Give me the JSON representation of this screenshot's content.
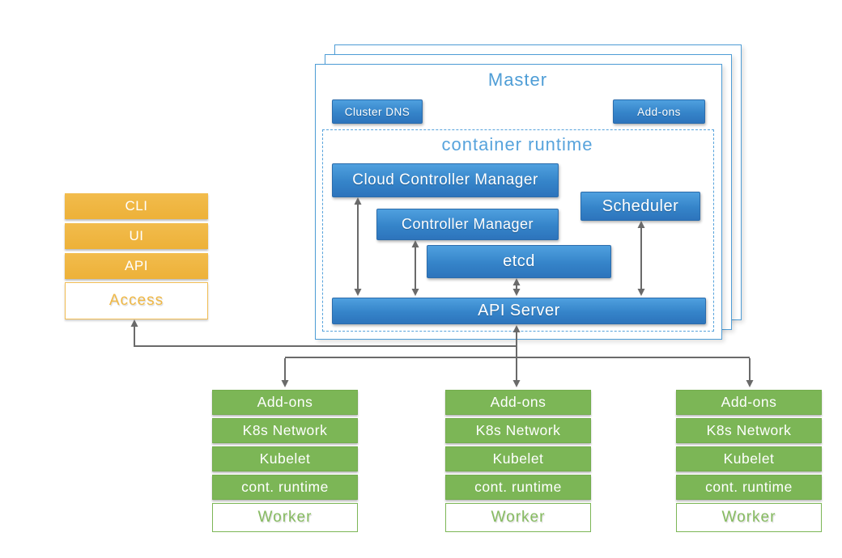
{
  "master": {
    "title": "Master",
    "cluster_dns_label": "Cluster DNS",
    "addons_label": "Add-ons",
    "runtime": {
      "title": "container runtime",
      "cloud_controller_manager": "Cloud Controller Manager",
      "controller_manager": "Controller Manager",
      "scheduler": "Scheduler",
      "etcd": "etcd",
      "api_server": "API Server"
    }
  },
  "access_stack": {
    "rows": [
      "CLI",
      "UI",
      "API"
    ],
    "label": "Access"
  },
  "worker_stack": {
    "rows": [
      "Add-ons",
      "K8s Network",
      "Kubelet",
      "cont. runtime"
    ],
    "label": "Worker"
  },
  "colors": {
    "component_blue_top": "#4FA0DF",
    "component_blue_bottom": "#2D74BC",
    "master_outline_blue": "#4E9DD6",
    "dashed_blue": "#57A3DC",
    "access_orange": "#F0B845",
    "worker_green": "#7CB656",
    "arrow_gray": "#6A6A6A"
  }
}
